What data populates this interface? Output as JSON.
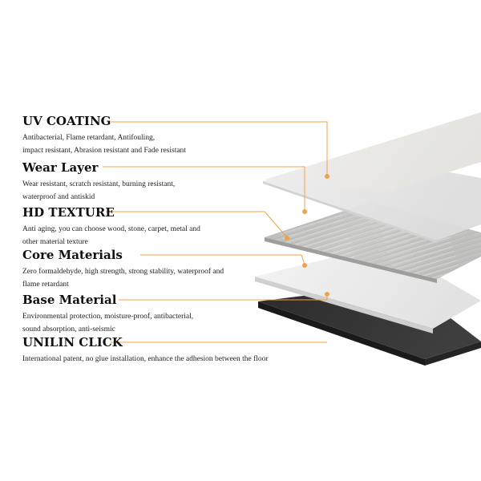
{
  "accent_color": "#f0a24a",
  "layers": [
    {
      "title": "UV COATING",
      "description_lines": [
        "Antibacterial, Flame retardant, Antifouling,",
        "impact resistant, Abrasion resistant and Fade resistant"
      ]
    },
    {
      "title": "Wear Layer",
      "description_lines": [
        "Wear resistant, scratch resistant, burning resistant,",
        "waterproof and antiskid"
      ]
    },
    {
      "title": "HD TEXTURE",
      "description_lines": [
        "Anti aging, you can choose wood, stone, carpet, metal and",
        "other material texture"
      ]
    },
    {
      "title": "Core Materials",
      "description_lines": [
        "Zero formaldehyde, high strength, strong stability, waterproof and",
        "flame retardant"
      ]
    },
    {
      "title": "Base Material",
      "description_lines": [
        "Environmental protection, moisture-proof, antibacterial,",
        "sound absorption, anti-seismic"
      ]
    },
    {
      "title": "UNILIN CLICK",
      "description_lines": [
        "International patent, no glue installation, enhance the adhesion between the floor"
      ]
    }
  ]
}
